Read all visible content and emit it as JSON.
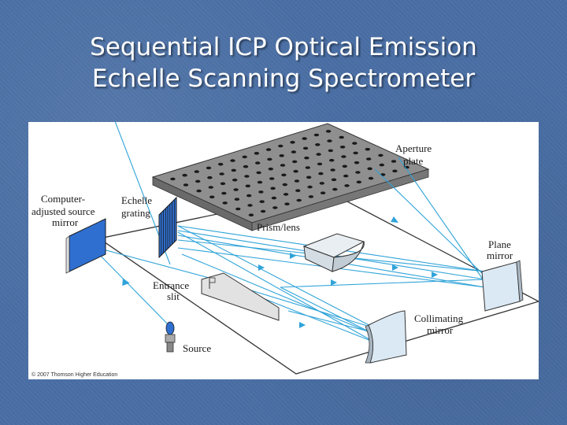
{
  "slide": {
    "title_line1": "Sequential ICP Optical Emission",
    "title_line2": "Echelle Scanning Spectrometer"
  },
  "diagram": {
    "labels": {
      "aperture_1": "Aperture",
      "aperture_2": "plate",
      "computer_1": "Computer-",
      "computer_2": "adjusted source",
      "computer_3": "mirror",
      "echelle_1": "Echelle",
      "echelle_2": "grating",
      "prism": "Prism/lens",
      "plane_1": "Plane",
      "plane_2": "mirror",
      "entrance_1": "Entrance",
      "entrance_2": "slit",
      "collimating_1": "Collimating",
      "collimating_2": "mirror",
      "source": "Source"
    },
    "credit": "© 2007 Thomson Higher Education"
  },
  "colors": {
    "background": "#4a6fa5",
    "beam": "#2fa3d8",
    "mirror_blue": "#2f6fd0",
    "title_text": "#ffffff"
  }
}
